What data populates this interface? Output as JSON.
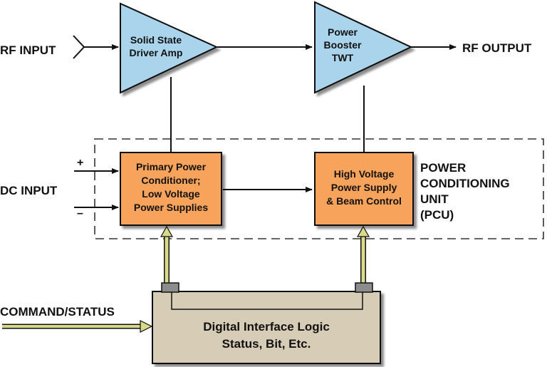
{
  "labels": {
    "rf_input": "RF INPUT",
    "rf_output": "RF OUTPUT",
    "dc_input": "DC INPUT",
    "dc_plus": "+",
    "dc_minus": "–",
    "command_status": "COMMAND/STATUS",
    "pcu": [
      "POWER",
      "CONDITIONING",
      "UNIT",
      "(PCU)"
    ]
  },
  "blocks": {
    "driver_amp": [
      "Solid State",
      "Driver Amp"
    ],
    "booster": [
      "Power",
      "Booster",
      "TWT"
    ],
    "primary_power": [
      "Primary Power",
      "Conditioner;",
      "Low Voltage",
      "Power Supplies"
    ],
    "hv_supply": [
      "High Voltage",
      "Power Supply",
      "& Beam Control"
    ],
    "digital_logic": [
      "Digital Interface Logic",
      "Status, Bit, Etc."
    ]
  },
  "colors": {
    "amplifier_fill": "#a9d4ec",
    "supply_fill": "#f7a35c",
    "logic_fill": "#d7ccb5",
    "connector_fill": "#8c8c8c",
    "command_arrow": "#d9d98a",
    "line": "#111111"
  }
}
